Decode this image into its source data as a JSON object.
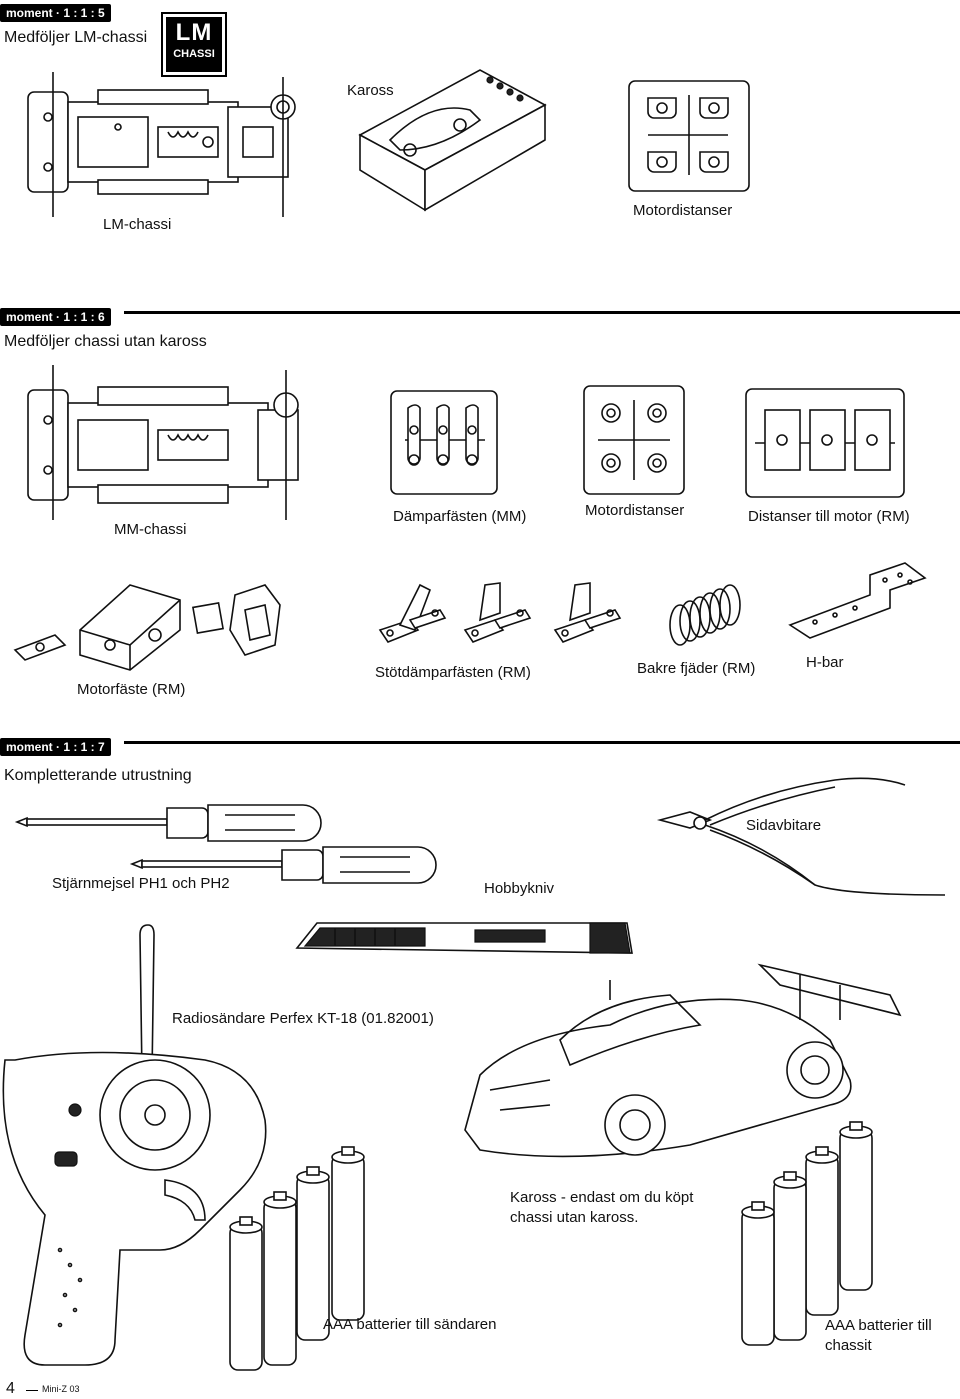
{
  "sections": [
    {
      "badge": "moment · 1 : 1 : 5",
      "title": "Medföljer LM-chassi"
    },
    {
      "badge": "moment · 1 : 1 : 6",
      "title": "Medföljer chassi utan kaross"
    },
    {
      "badge": "moment · 1 : 1 : 7",
      "title": "Kompletterande utrustning"
    }
  ],
  "logo": {
    "big": "LM",
    "small": "CHASSI"
  },
  "labels": {
    "kaross": "Kaross",
    "lm_chassi": "LM-chassi",
    "motordistanser_1": "Motordistanser",
    "mm_chassi": "MM-chassi",
    "damparfasten": "Dämparfästen (MM)",
    "motordistanser_2": "Motordistanser",
    "distanser_motor": "Distanser till motor (RM)",
    "motorfaste": "Motorfäste (RM)",
    "stotdamparfasten": "Stötdämparfästen (RM)",
    "bakre_fjader": "Bakre fjäder (RM)",
    "h_bar": "H-bar",
    "stjarnmejsel": "Stjärnmejsel PH1 och PH2",
    "hobbykniv": "Hobbykniv",
    "sidavbitare": "Sidavbitare",
    "radiosandare": "Radiosändare Perfex KT-18 (01.82001)",
    "kaross_endast": "Kaross - endast om du köpt chassi utan kaross.",
    "aaa_sandaren": "AAA batterier till sändaren",
    "aaa_chassit": "AAA batterier till chassit"
  },
  "footer": {
    "page_number": "4",
    "product": "Mini-Z 03"
  }
}
